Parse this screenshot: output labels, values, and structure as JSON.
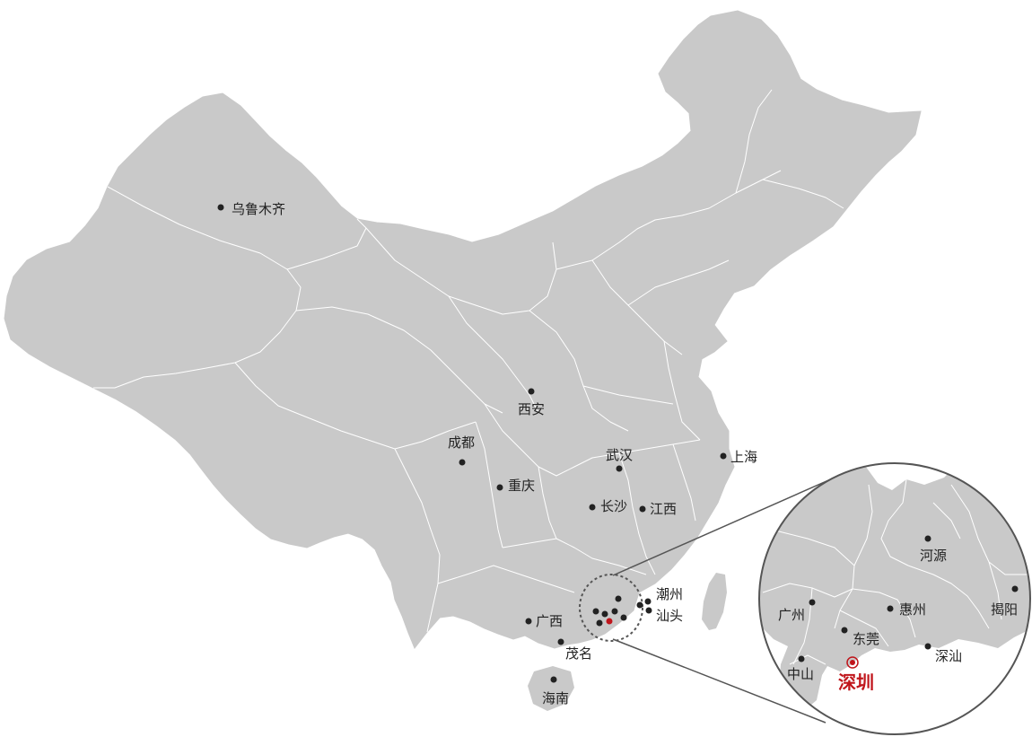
{
  "colors": {
    "land": "#c9c9c9",
    "border": "#ffffff",
    "dot": "#222222",
    "highlight": "#c0151b",
    "leader": "#555555"
  },
  "cities": {
    "urumqi": "乌鲁木齐",
    "xian": "西安",
    "chengdu": "成都",
    "chongqing": "重庆",
    "wuhan": "武汉",
    "shanghai": "上海",
    "changsha": "长沙",
    "jiangxi": "江西",
    "chaozhou": "潮州",
    "shantou": "汕头",
    "guangxi": "广西",
    "maoming": "茂名",
    "hainan": "海南"
  },
  "inset": {
    "heyuan": "河源",
    "guangzhou": "广州",
    "huizhou": "惠州",
    "jieyang": "揭阳",
    "dongguan": "东莞",
    "shanwei": "深汕",
    "zhongshan": "中山",
    "shenzhen": "深圳"
  }
}
